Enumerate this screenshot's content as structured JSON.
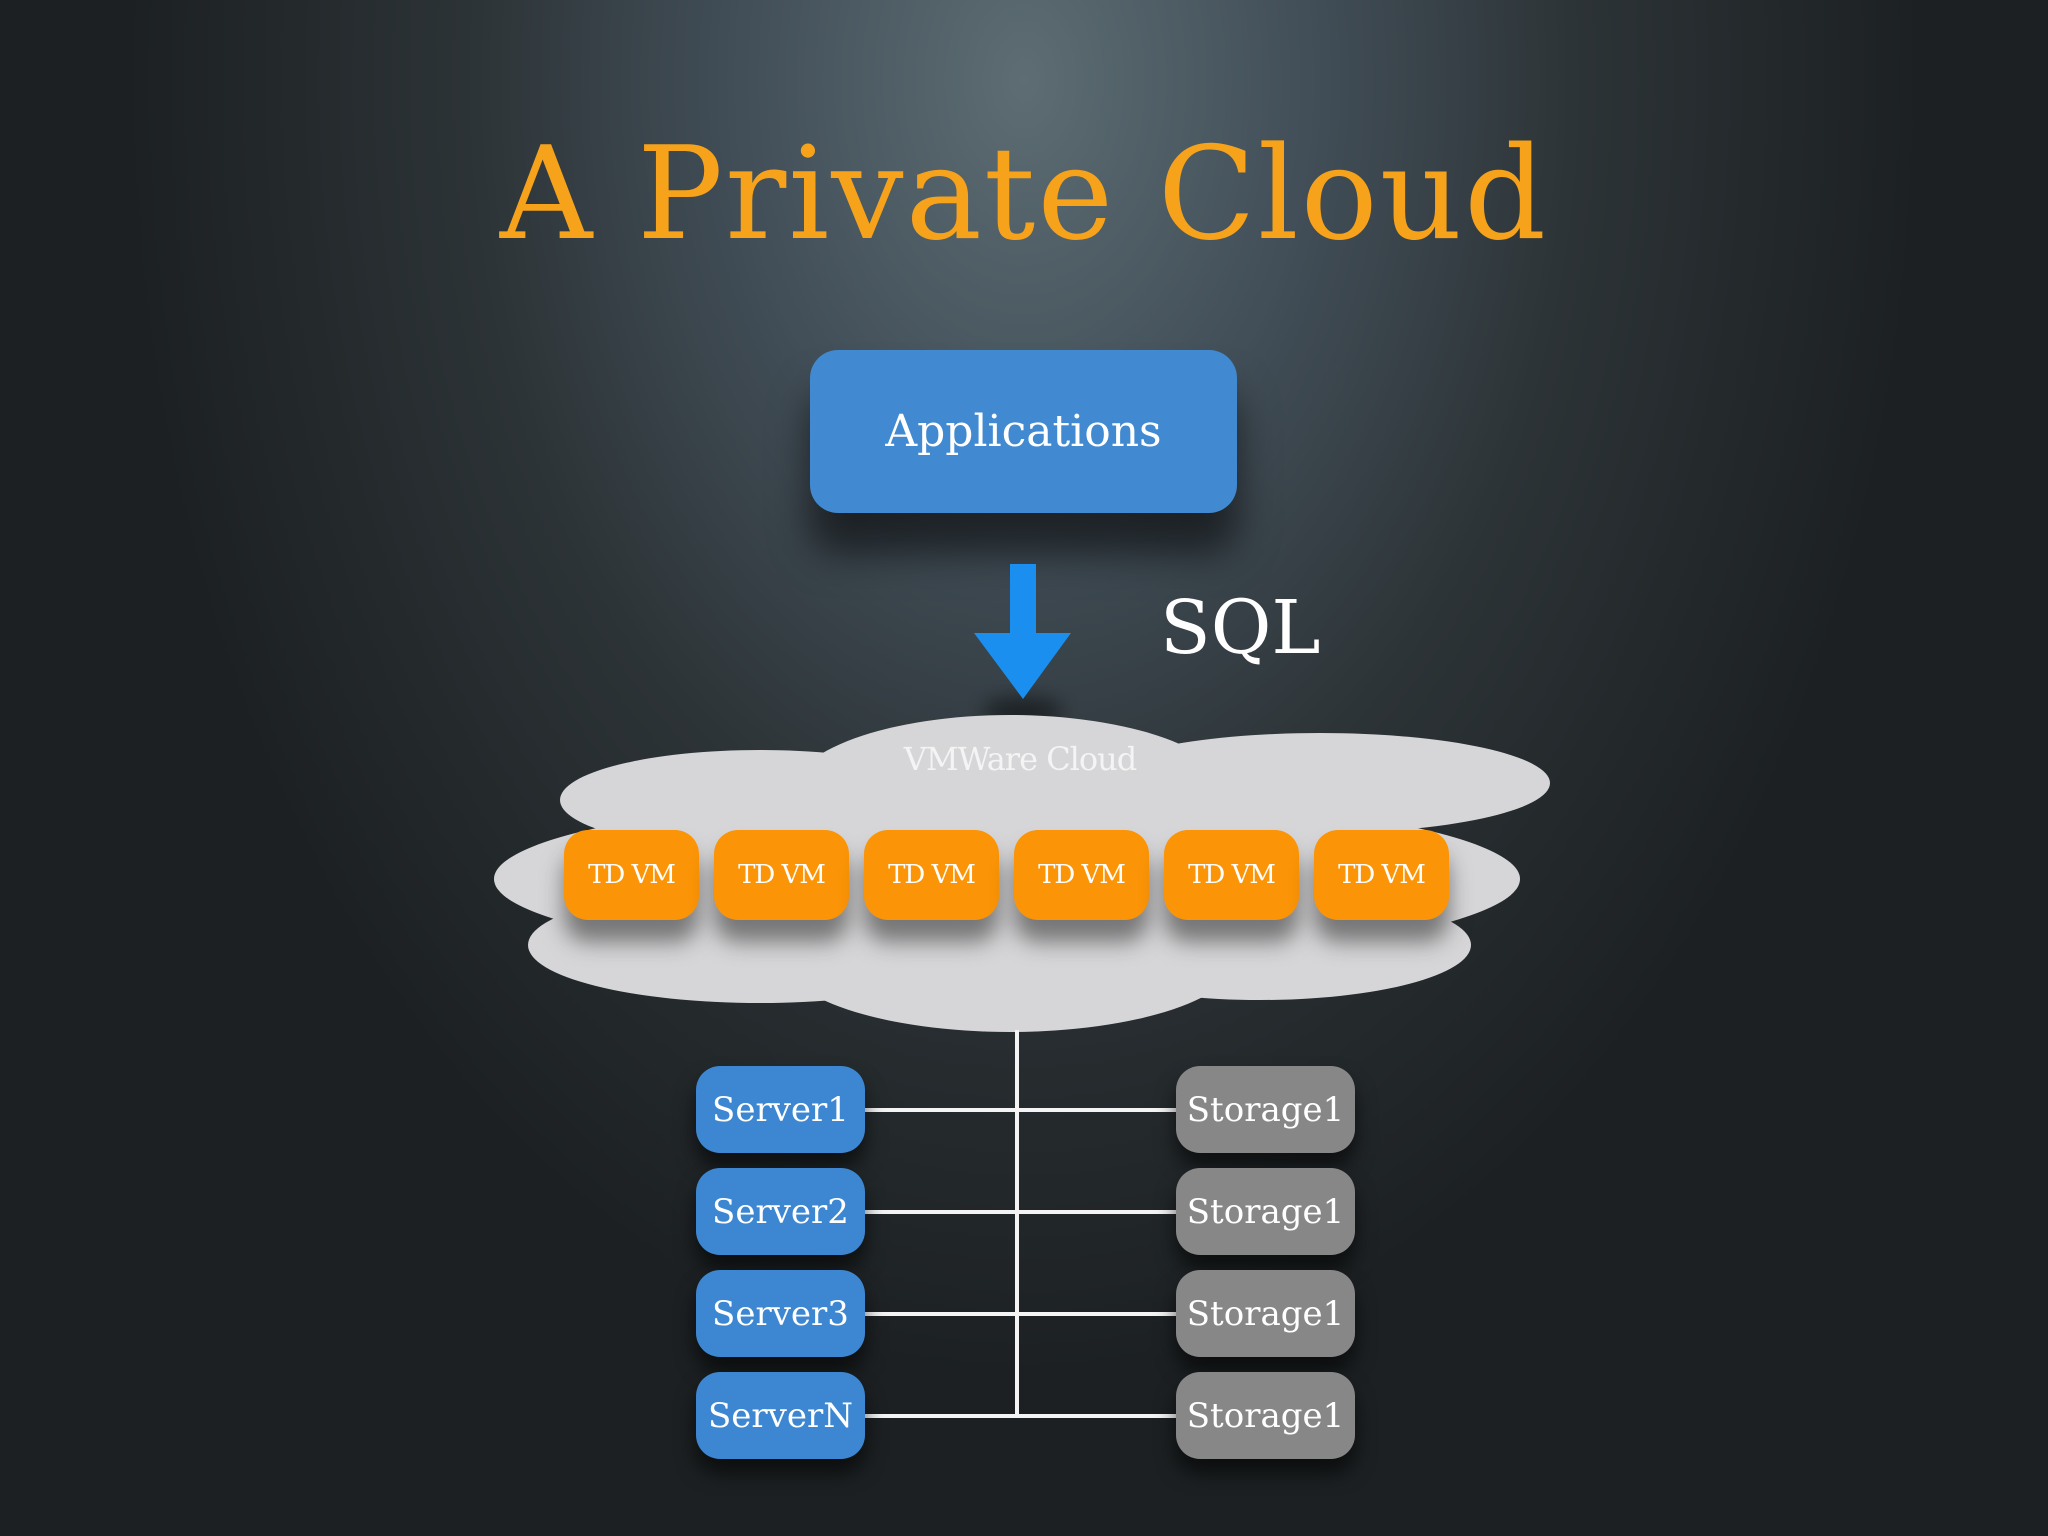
{
  "slide": {
    "title": "A Private Cloud",
    "colors": {
      "title": "#f6a21a",
      "applications_box": "#4189d0",
      "arrow": "#1a8ff0",
      "cloud": "#d6d6d8",
      "vm_box": "#fb9406",
      "server_box": "#3d87d2",
      "storage_box": "#878788",
      "connector": "#f4f4f4"
    }
  },
  "diagram": {
    "applications": {
      "label": "Applications"
    },
    "arrow": {
      "icon": "down-arrow-icon",
      "label": "SQL"
    },
    "cloud": {
      "label": "VMWare Cloud",
      "vms": [
        {
          "label": "TD VM"
        },
        {
          "label": "TD VM"
        },
        {
          "label": "TD VM"
        },
        {
          "label": "TD VM"
        },
        {
          "label": "TD VM"
        },
        {
          "label": "TD VM"
        }
      ]
    },
    "servers": [
      {
        "label": "Server1"
      },
      {
        "label": "Server2"
      },
      {
        "label": "Server3"
      },
      {
        "label": "ServerN"
      }
    ],
    "storage": [
      {
        "label": "Storage1"
      },
      {
        "label": "Storage1"
      },
      {
        "label": "Storage1"
      },
      {
        "label": "Storage1"
      }
    ]
  }
}
